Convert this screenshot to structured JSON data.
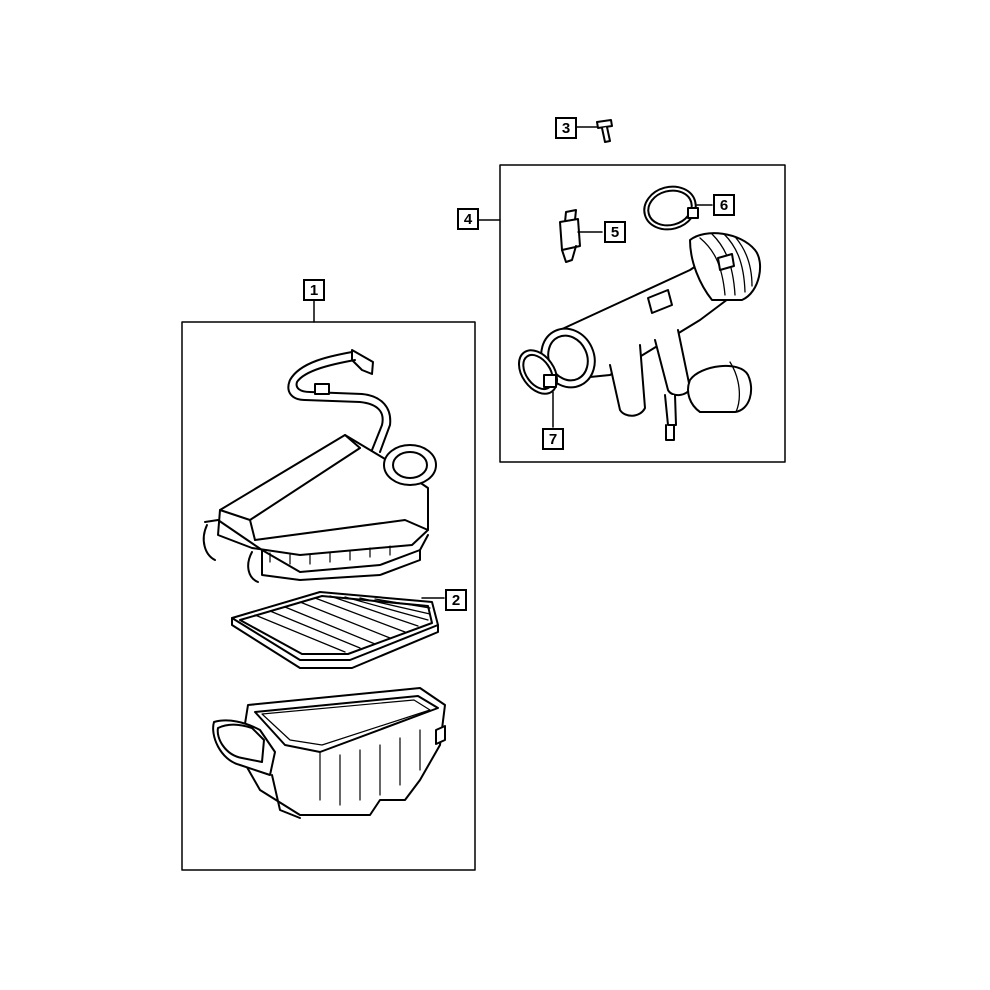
{
  "callouts": {
    "c1": "1",
    "c2": "2",
    "c3": "3",
    "c4": "4",
    "c5": "5",
    "c6": "6",
    "c7": "7"
  },
  "colors": {
    "line": "#000000",
    "background": "#ffffff"
  },
  "parts": [
    "air-cleaner-assembly",
    "air-filter-element",
    "bolt",
    "clean-air-duct",
    "air-temperature-sensor",
    "hose-clamp-upper",
    "hose-clamp-lower"
  ]
}
